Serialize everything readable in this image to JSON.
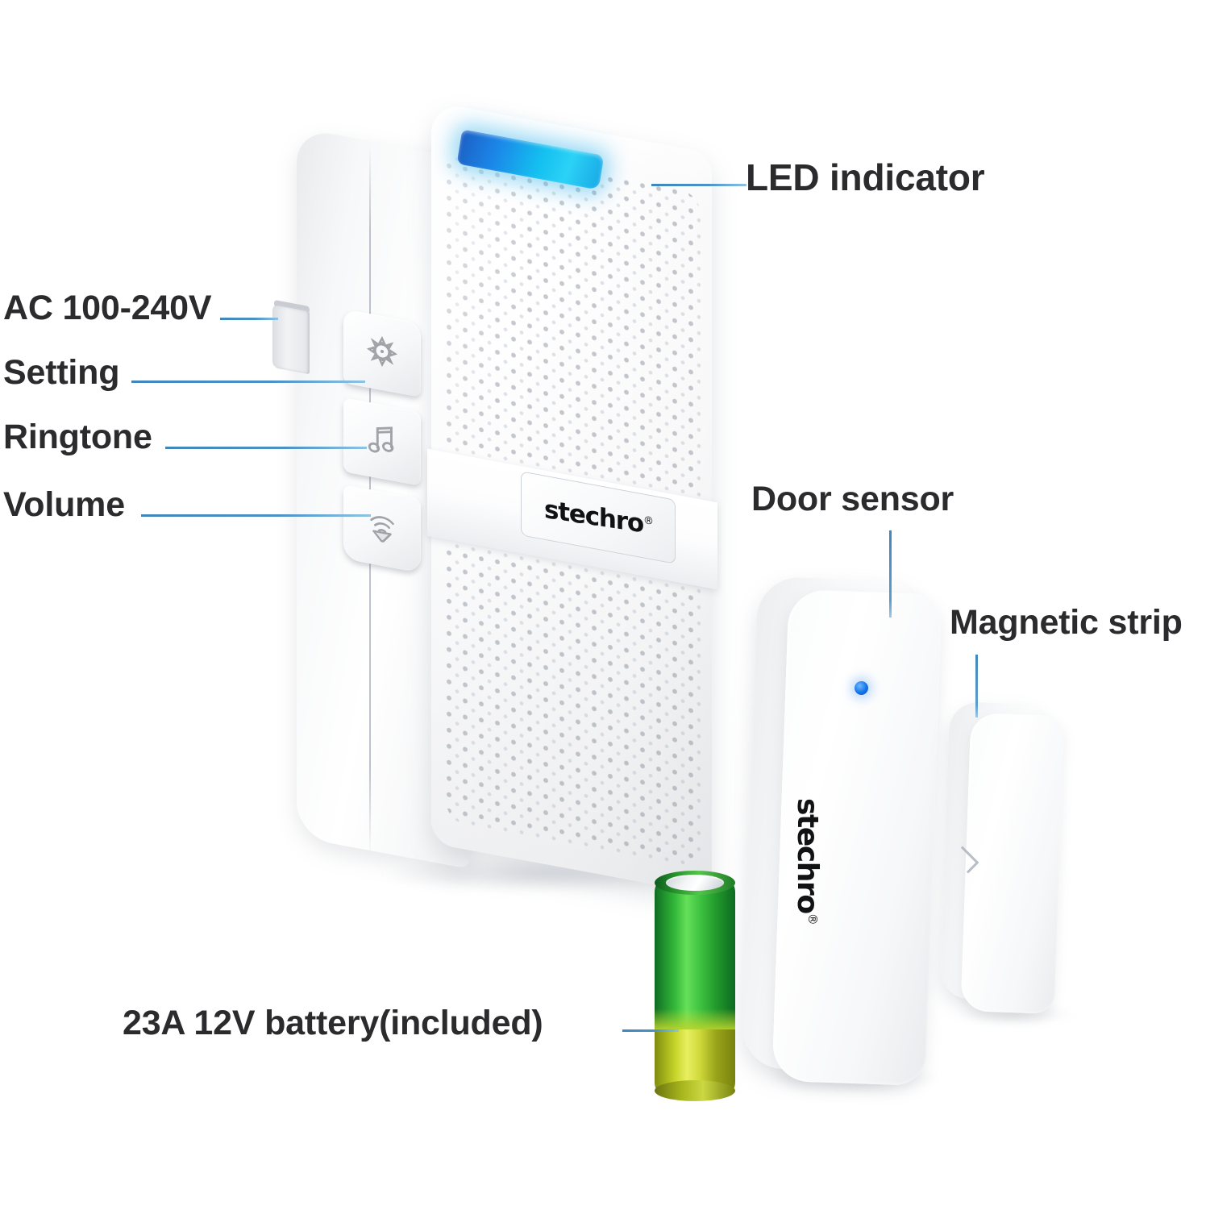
{
  "product": {
    "brand": "stechro",
    "brand_mark": "®"
  },
  "callouts": [
    {
      "id": "led",
      "label": "LED indicator"
    },
    {
      "id": "ac",
      "label": "AC 100-240V"
    },
    {
      "id": "setting",
      "label": "Setting"
    },
    {
      "id": "ringtone",
      "label": "Ringtone"
    },
    {
      "id": "volume",
      "label": "Volume"
    },
    {
      "id": "door",
      "label": "Door sensor"
    },
    {
      "id": "magnet",
      "label": "Magnetic strip"
    },
    {
      "id": "battery",
      "label": "23A 12V battery(included)"
    }
  ],
  "buttons": [
    {
      "id": "setting",
      "icon": "gear-icon",
      "label": "Setting"
    },
    {
      "id": "ringtone",
      "icon": "music-note-icon",
      "label": "Ringtone"
    },
    {
      "id": "volume",
      "icon": "speaker-waves-icon",
      "label": "Volume"
    }
  ],
  "colors": {
    "leader_line": "#4a90c4",
    "label_text": "#2b2b2d",
    "led_indicator": "#14bff0",
    "sensor_led": "#1473e8",
    "battery_upper": "#35ba3a",
    "battery_lower": "#c8d52a",
    "body_white": "#ffffff",
    "background": "#ffffff"
  }
}
